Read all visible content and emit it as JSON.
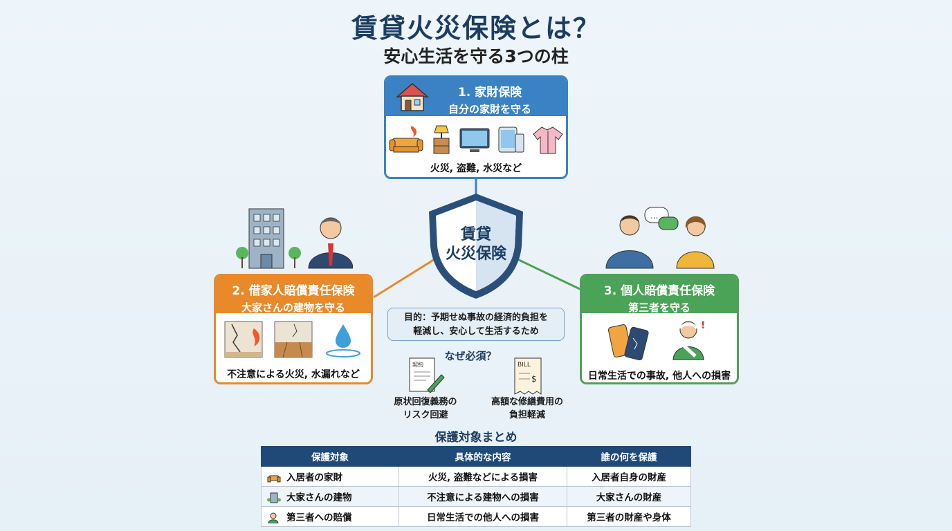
{
  "title": "賃貸火災保険とは？",
  "subtitle": "安心生活を守る3つの柱",
  "center_shield": {
    "line1": "賃貸",
    "line2": "火災保険"
  },
  "cards": {
    "home": {
      "title": "1. 家財保険",
      "subtitle": "自分の家財を守る",
      "caption": "火災, 盗難, 水災など"
    },
    "landlord": {
      "title": "2. 借家人賠償責任保険",
      "subtitle": "大家さんの建物を守る",
      "caption": "不注意による火災, 水漏れなど"
    },
    "personal": {
      "title": "3. 個人賠償責任保険",
      "subtitle": "第三者を守る",
      "caption": "日常生活での事故, 他人への損害"
    }
  },
  "purpose": {
    "line1": "目的：予期せぬ事故の経済的負担を",
    "line2": "軽減し、安心して生活するため"
  },
  "why": {
    "heading": "なぜ必須？",
    "items": [
      {
        "line1": "原状回復義務の",
        "line2": "リスク回避",
        "doc_label": "契約"
      },
      {
        "line1": "高額な修繕費用の",
        "line2": "負担軽減",
        "doc_label": "BILL"
      }
    ]
  },
  "summary": {
    "heading": "保護対象まとめ",
    "columns": [
      "保護対象",
      "具体的な内容",
      "誰の何を保護"
    ],
    "rows": [
      {
        "icon": "sofa-icon",
        "target": "入居者の家財",
        "detail": "火災, 盗難などによる損害",
        "protects": "入居者自身の財産"
      },
      {
        "icon": "building-icon",
        "target": "大家さんの建物",
        "detail": "不注意による建物への損害",
        "protects": "大家さんの財産"
      },
      {
        "icon": "injured-person-icon",
        "target": "第三者への賠償",
        "detail": "日常生活での他人への損害",
        "protects": "第三者の財産や身体"
      }
    ]
  },
  "colors": {
    "blue": "#3a82c4",
    "orange": "#e8892a",
    "green": "#4aa356",
    "navy": "#1f4a78"
  }
}
